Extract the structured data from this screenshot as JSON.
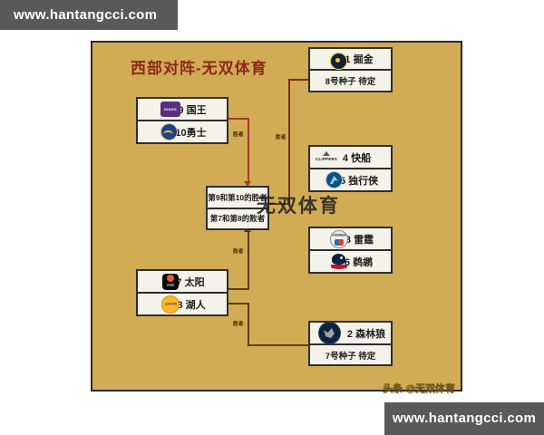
{
  "bars": {
    "top": "www.hantangcci.com",
    "bottom": "www.hantangcci.com"
  },
  "title": "西部对阵-无双体育",
  "center_watermark": "无双体育",
  "credit": "头条 @无双体育",
  "boxes": {
    "nuggets": {
      "rows": [
        {
          "icon": "nuggets-logo",
          "text": "1 掘金"
        },
        {
          "text": "8号种子 待定"
        }
      ]
    },
    "kings_warriors": {
      "rows": [
        {
          "icon": "kings-logo",
          "text": "9 国王"
        },
        {
          "icon": "warriors-logo",
          "text": "10勇士"
        }
      ]
    },
    "clippers_mavericks": {
      "rows": [
        {
          "icon": "clippers-logo",
          "text": "4 快船"
        },
        {
          "icon": "mavericks-logo",
          "text": "5 独行侠"
        }
      ]
    },
    "center": {
      "rows": [
        {
          "text": "第9和第10的胜者"
        },
        {
          "text": "第7和第8的败者"
        }
      ]
    },
    "thunder_pelicans": {
      "rows": [
        {
          "icon": "thunder-logo",
          "text": "3 雷霆"
        },
        {
          "icon": "pelicans-logo",
          "text": "6 鹈鹕"
        }
      ]
    },
    "suns_lakers": {
      "rows": [
        {
          "icon": "suns-logo",
          "text": "7 太阳"
        },
        {
          "icon": "lakers-logo",
          "text": "8 湖人"
        }
      ]
    },
    "timberwolves": {
      "rows": [
        {
          "icon": "timberwolves-logo",
          "text": "2 森林狼"
        },
        {
          "text": "7号种子 待定"
        }
      ]
    }
  },
  "line_labels": {
    "winner_9_10": "胜者",
    "winner_playin": "胜者",
    "loser_7_8": "败者",
    "winner_7_8": "胜者"
  },
  "icon_wordmarks": {
    "kings": "KINGS",
    "clippers": "CLIPPERS",
    "thunder": "THUNDER",
    "suns": "SUNS",
    "lakers": "LAKERS"
  },
  "colors": {
    "canvas_bg": "#d2ab55",
    "bar_bg": "#595959",
    "title_color": "#8b2a18",
    "box_bg": "#f5f2ea",
    "box_border": "#2e2e2e",
    "line_red": "#a53a23",
    "line_rust": "#7c3016",
    "line_dark": "#57400e"
  }
}
